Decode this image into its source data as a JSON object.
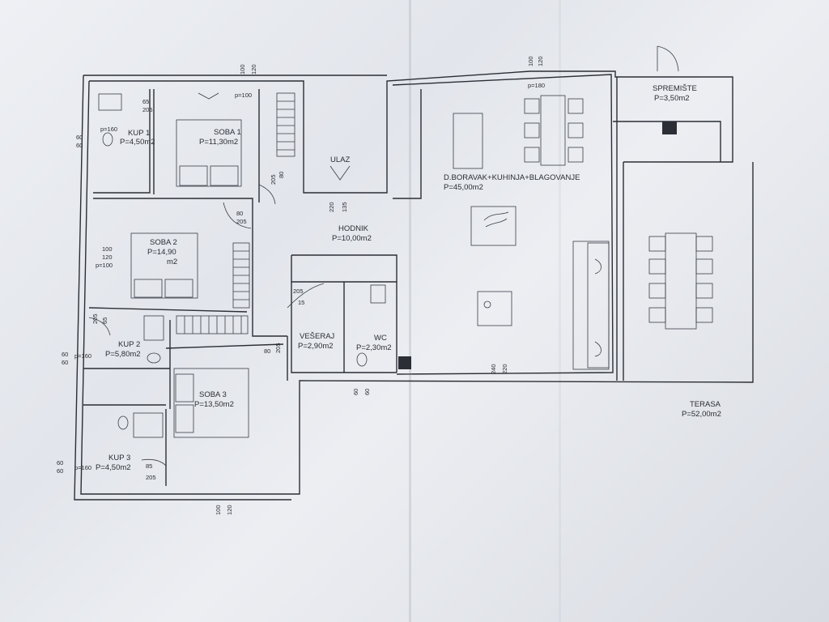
{
  "rooms": {
    "kup1": {
      "name": "KUP 1",
      "area": "P=4,50m2"
    },
    "soba1": {
      "name": "SOBA 1",
      "area": "P=11,30m2"
    },
    "soba2": {
      "name": "SOBA 2",
      "area": "P=14,90",
      "area_unit": "m2"
    },
    "kup2": {
      "name": "KUP 2",
      "area": "P=5,80m2"
    },
    "soba3": {
      "name": "SOBA 3",
      "area": "P=13,50m2"
    },
    "kup3": {
      "name": "KUP 3",
      "area": "P=4,50m2"
    },
    "hodnik": {
      "name": "HODNIK",
      "area": "P=10,00m2"
    },
    "ulaz": {
      "name": "ULAZ"
    },
    "veseraj": {
      "name": "VEŠERAJ",
      "area": "P=2,90m2"
    },
    "wc": {
      "name": "WC",
      "area": "P=2,30m2"
    },
    "boravak": {
      "name": "D.BORAVAK+KUHINJA+BLAGOVANJE",
      "area": "P=45,00m2"
    },
    "spremiste": {
      "name": "SPREMIŠTE",
      "area": "P=3,50m2"
    },
    "terasa": {
      "name": "TERASA",
      "area": "P=52,00m2"
    }
  },
  "dims": {
    "d100": "100",
    "d120": "120",
    "d160": "p=160",
    "d100p": "p=100",
    "d60": "60",
    "d65": "65",
    "d205": "205",
    "d80": "80",
    "d135": "135",
    "d220": "220",
    "d240": "240",
    "d180": "p=180",
    "d160b": "p=160",
    "d85": "85",
    "d15": "15"
  }
}
